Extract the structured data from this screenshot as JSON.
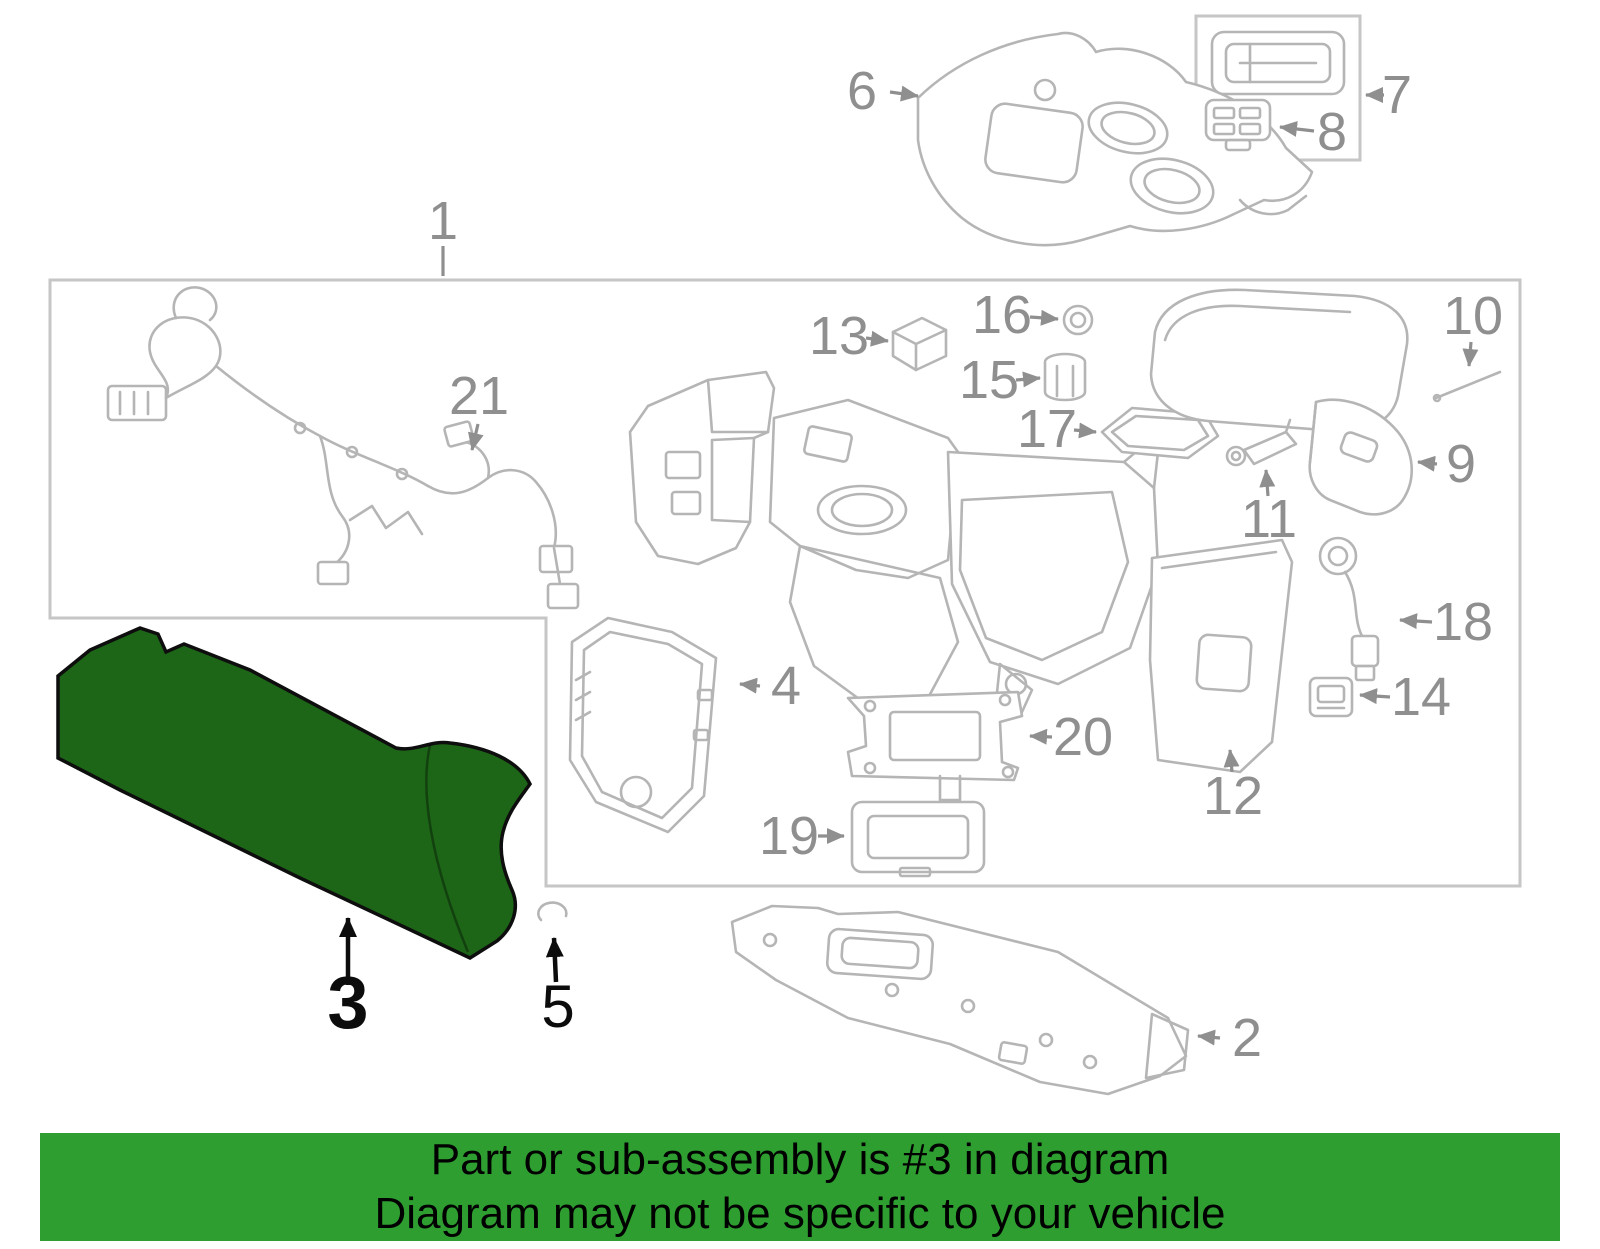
{
  "diagram": {
    "title": "Center console exploded parts diagram",
    "highlighted_part": "3",
    "callouts": {
      "c1": "1",
      "c2": "2",
      "c3": "3",
      "c4": "4",
      "c5": "5",
      "c6": "6",
      "c7": "7",
      "c8": "8",
      "c9": "9",
      "c10": "10",
      "c11": "11",
      "c12": "12",
      "c13": "13",
      "c14": "14",
      "c15": "15",
      "c16": "16",
      "c17": "17",
      "c18": "18",
      "c19": "19",
      "c20": "20",
      "c21": "21"
    }
  },
  "banner": {
    "line1": "Part or sub-assembly is #3 in diagram",
    "line2": "Diagram may not be specific to your vehicle"
  },
  "colors": {
    "highlight_fill": "#1d6517",
    "highlight_outline": "#0e0e0e",
    "banner_bg": "#2f9e31",
    "banner_text": "#000000",
    "line_art": "#b5b5b5",
    "callout_text": "#8f8f8f"
  }
}
